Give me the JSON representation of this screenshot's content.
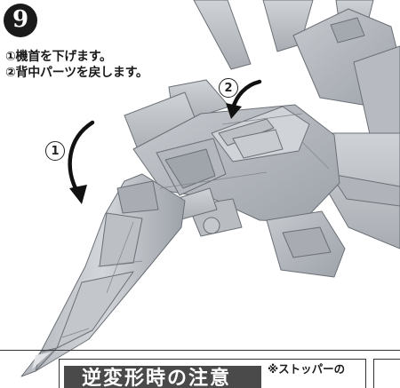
{
  "step": {
    "number": "9"
  },
  "instructions": [
    {
      "text": "①機首を下げます。"
    },
    {
      "text": "②背中パーツを戻します。"
    }
  ],
  "callouts": {
    "c1": "1",
    "c2": "2"
  },
  "notice": {
    "title": "逆変形時の注意",
    "note": "※ストッパーの"
  }
}
